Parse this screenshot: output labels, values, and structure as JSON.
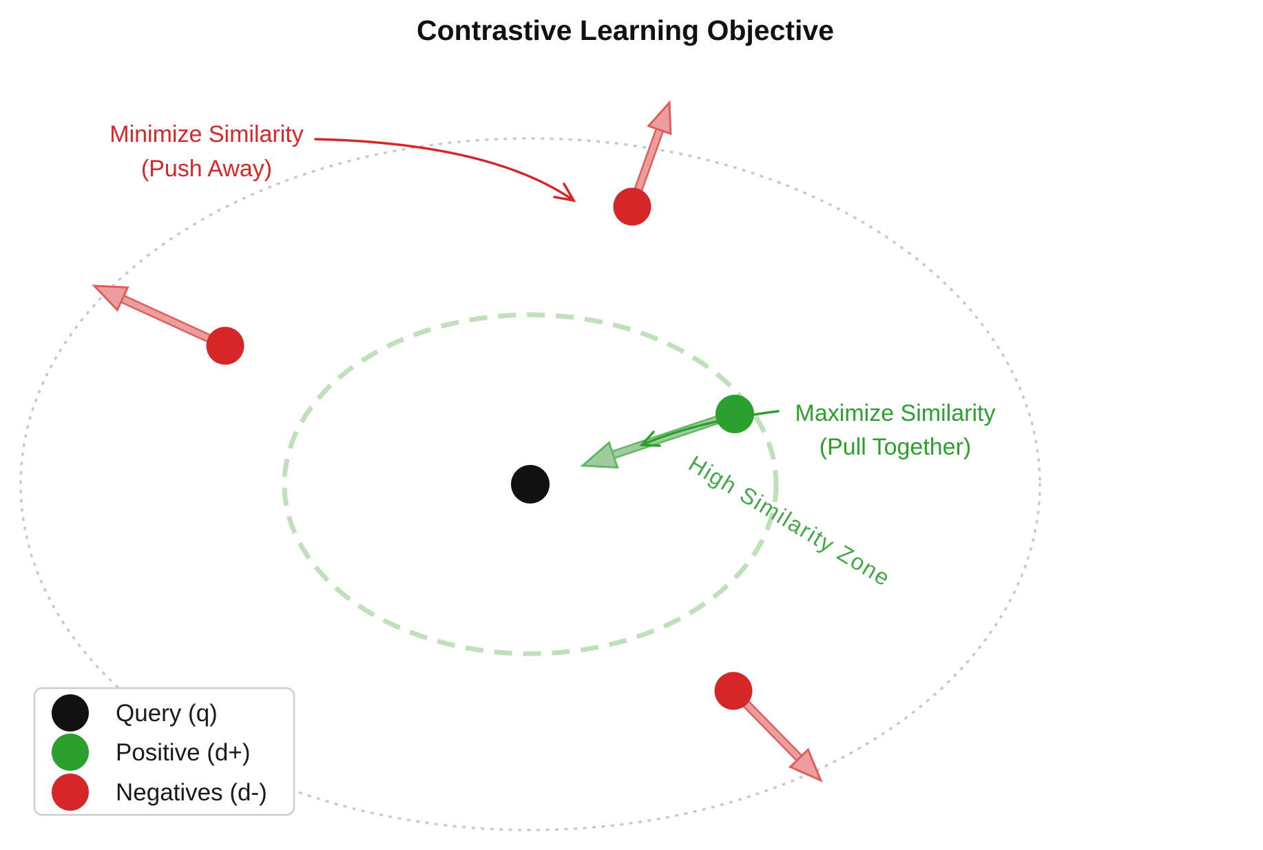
{
  "title": "Contrastive Learning Objective",
  "labels": {
    "minimize_line1": "Minimize Similarity",
    "minimize_line2": "(Push Away)",
    "maximize_line1": "Maximize Similarity",
    "maximize_line2": "(Pull Together)",
    "zone": "High Similarity Zone"
  },
  "legend": {
    "items": [
      {
        "label": "Query (q)",
        "color": "#111111"
      },
      {
        "label": "Positive (d+)",
        "color": "#2ca02c"
      },
      {
        "label": "Negatives (d-)",
        "color": "#d62728"
      }
    ]
  },
  "colors": {
    "red": "#d62728",
    "red_light": "#ec9e9e",
    "red_mid": "#e05d5e",
    "green": "#2ca02c",
    "green_light": "#a0cba0",
    "green_mid": "#61b861",
    "zone_green": "#44a846",
    "zone_ellipse": "#bfe0bb",
    "outer_ellipse": "#c9c9c9",
    "query_black": "#111111",
    "background": "#ffffff"
  }
}
